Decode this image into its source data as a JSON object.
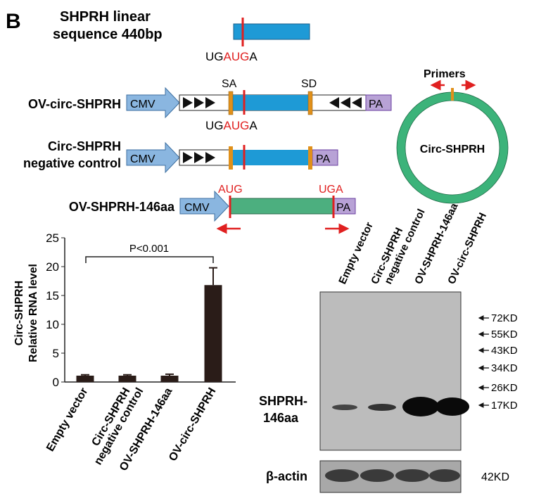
{
  "panel_label": "B",
  "linear": {
    "title_line1": "SHPRH linear",
    "title_line2": "sequence 440bp",
    "codon_pre": "UG",
    "codon_mid": "AUG",
    "codon_post": "A"
  },
  "constructs": [
    {
      "name": "OV-circ-SHPRH",
      "promoter": "CMV",
      "pa": "PA",
      "sa": "SA",
      "sd": "SD",
      "codon_pre": "UG",
      "codon_mid": "AUG",
      "codon_post": "A"
    },
    {
      "name_line1": "Circ-SHPRH",
      "name_line2": "negative control",
      "promoter": "CMV",
      "pa": "PA"
    },
    {
      "name": "OV-SHPRH-146aa",
      "promoter": "CMV",
      "pa": "PA",
      "start": "AUG",
      "stop": "UGA"
    }
  ],
  "circle": {
    "label": "Circ-SHPRH",
    "primers": "Primers"
  },
  "colors": {
    "blue": "#1e9ad6",
    "green": "#4caf7f",
    "orange": "#e0901a",
    "red": "#e02020",
    "cmv": "#8ab6e0",
    "pa": "#b8a2d6",
    "ring": "#3cb37a",
    "bar": "#2a1c18"
  },
  "chart_data": {
    "type": "bar",
    "categories": [
      "Empty vector",
      "Circ-SHPRH negative control",
      "OV-SHPRH-146aa",
      "OV-circ-SHPRH"
    ],
    "category_lines": [
      [
        "Empty vector"
      ],
      [
        "Circ-SHPRH",
        "negative control"
      ],
      [
        "OV-SHPRH-146aa"
      ],
      [
        "OV-circ-SHPRH"
      ]
    ],
    "values": [
      1.1,
      1.1,
      1.1,
      16.8
    ],
    "errors": [
      0.15,
      0.15,
      0.25,
      3.0
    ],
    "ylabel_line1": "Circ-SHPRH",
    "ylabel_line2": "Relative  RNA level",
    "ylim": [
      0,
      25
    ],
    "yticks": [
      0,
      5,
      10,
      15,
      20,
      25
    ],
    "annotation": "P<0.001"
  },
  "blot": {
    "lanes": [
      "Empty vector",
      "Circ-SHPRH",
      "negative control",
      "OV-SHPRH-146aa",
      "OV-circ-SHPRH"
    ],
    "markers": [
      "72KD",
      "55KD",
      "43KD",
      "34KD",
      "26KD",
      "17KD"
    ],
    "protein_line1": "SHPRH-",
    "protein_line2": "146aa",
    "loading": "β-actin",
    "loading_size": "42KD"
  }
}
